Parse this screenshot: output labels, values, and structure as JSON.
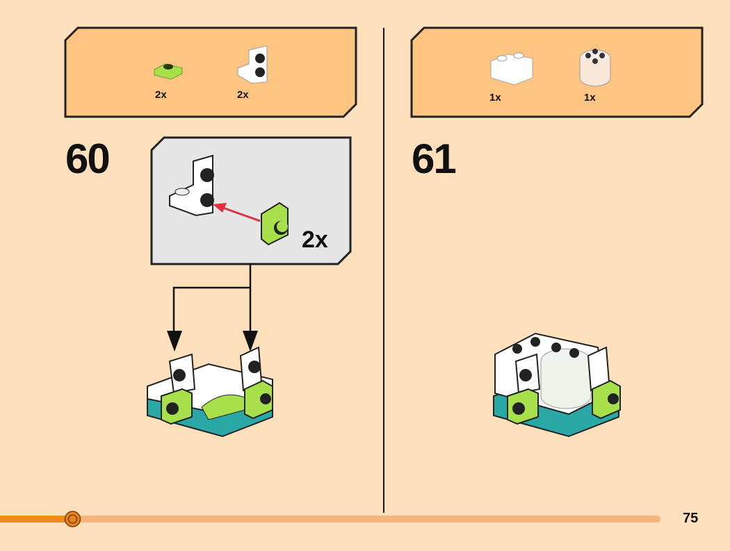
{
  "page": {
    "number": "75",
    "progress_percent": 11
  },
  "colors": {
    "background": "#fee0bd",
    "parts_box": "#fec582",
    "callout": "#e6e6e6",
    "progress_fill": "#f08a1c",
    "progress_track": "#f7b57c",
    "lime": "#a7e04a",
    "teal": "#2aa8a6",
    "arrow_red": "#e0323c"
  },
  "step60": {
    "number": "60",
    "parts": [
      {
        "name": "lime-plate-1x1",
        "qty": "2x"
      },
      {
        "name": "white-bracket-1x1-1x2",
        "qty": "2x"
      }
    ],
    "callout_qty": "2x"
  },
  "step61": {
    "number": "61",
    "parts": [
      {
        "name": "white-brick-curved",
        "qty": "1x"
      },
      {
        "name": "transparent-round-brick",
        "qty": "1x"
      }
    ]
  }
}
